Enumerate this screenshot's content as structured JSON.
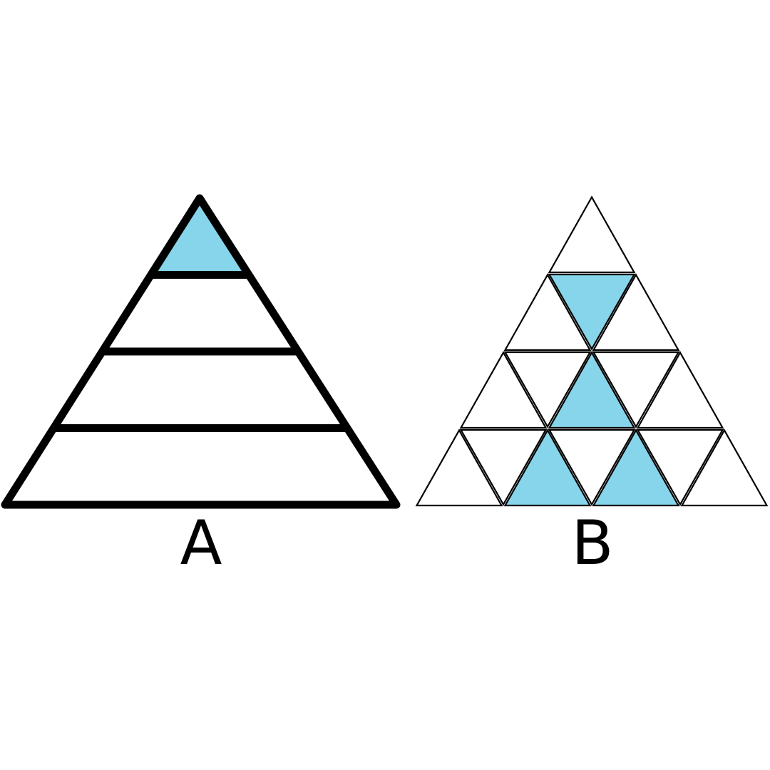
{
  "figures": [
    {
      "label": "A",
      "layers": 4,
      "shaded_layers": [
        1
      ]
    },
    {
      "label": "B",
      "rows": 4,
      "shaded_cells": [
        {
          "row": 2,
          "index": 2
        },
        {
          "row": 3,
          "index": 3
        },
        {
          "row": 4,
          "index": 3
        },
        {
          "row": 4,
          "index": 5
        }
      ]
    }
  ],
  "colors": {
    "shade": "#87d5ea",
    "stroke": "#000000",
    "background": "#ffffff"
  }
}
